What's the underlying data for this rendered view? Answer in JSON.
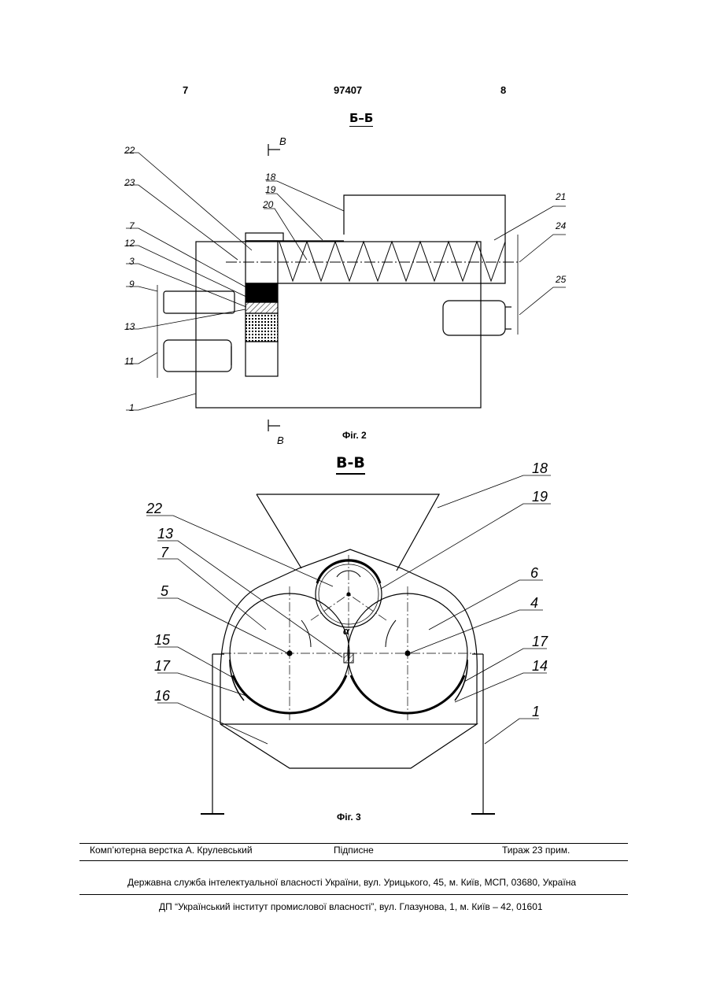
{
  "header": {
    "left_page": "7",
    "patent_number": "97407",
    "right_page": "8"
  },
  "fig2": {
    "section_title": "Б–Б",
    "caption": "Фіг. 2",
    "cut_mark": "В",
    "labels": [
      "22",
      "23",
      "7",
      "12",
      "3",
      "9",
      "13",
      "11",
      "1",
      "18",
      "19",
      "20",
      "21",
      "24",
      "25"
    ]
  },
  "fig3": {
    "section_title": "В-В",
    "caption": "Фіг. 3",
    "angle_symbol": "α",
    "labels": [
      "22",
      "13",
      "7",
      "5",
      "15",
      "17",
      "16",
      "18",
      "19",
      "6",
      "4",
      "17",
      "14",
      "1"
    ]
  },
  "footer": {
    "layout_credit": "Комп’ютерна верстка А. Крулевський",
    "signed": "Підписне",
    "circulation": "Тираж 23 прим.",
    "office_line": "Державна служба інтелектуальної власності України, вул. Урицького, 45, м. Київ, МСП, 03680, Україна",
    "institute_line": "ДП “Український інститут промислової власності”, вул. Глазунова, 1, м. Київ – 42, 01601"
  }
}
